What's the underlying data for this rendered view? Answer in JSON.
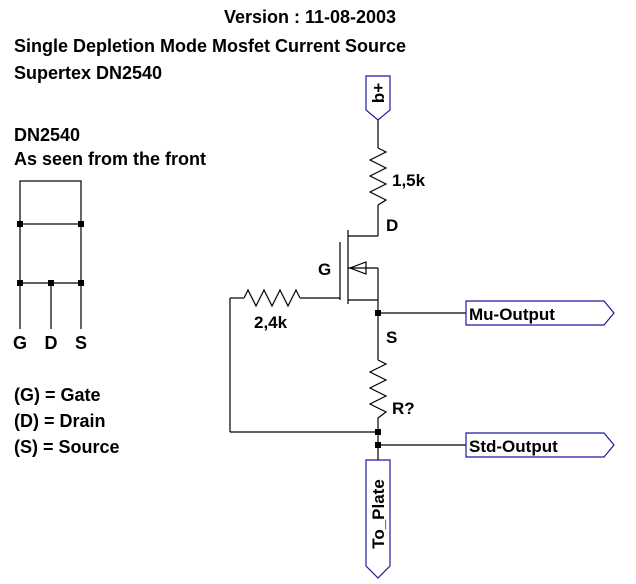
{
  "header": {
    "version": "Version : 11-08-2003",
    "title": "Single Depletion Mode Mosfet Current Source",
    "subtitle": "Supertex DN2540"
  },
  "package": {
    "title": "DN2540",
    "subtitle": "As seen from the front",
    "pins": [
      "G",
      "D",
      "S"
    ]
  },
  "legend": {
    "items": [
      "(G) = Gate",
      "(D) = Drain",
      "(S) = Source"
    ]
  },
  "circuit": {
    "ports": {
      "supply": "b+",
      "mu_output": "Mu-Output",
      "std_output": "Std-Output",
      "to_plate": "To_Plate"
    },
    "components": {
      "r_drain": "1,5k",
      "r_gate": "2,4k",
      "r_source": "R?",
      "pin_drain": "D",
      "pin_gate": "G",
      "pin_source": "S"
    }
  },
  "colors": {
    "port_outline": "#1a1aa8",
    "ink": "#000000"
  }
}
